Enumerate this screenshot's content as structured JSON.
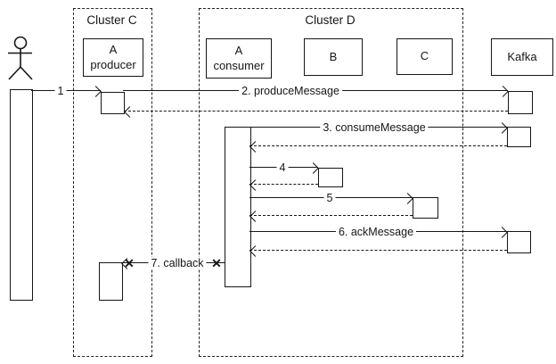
{
  "diagram_type": "uml-sequence-diagram",
  "clusters": {
    "cluster_c": {
      "label": "Cluster C"
    },
    "cluster_d": {
      "label": "Cluster D"
    }
  },
  "participants": {
    "producer": {
      "line1": "A",
      "line2": "producer"
    },
    "consumer": {
      "line1": "A",
      "line2": "consumer"
    },
    "service_b": {
      "label": "B"
    },
    "service_c": {
      "label": "C"
    },
    "kafka": {
      "label": "Kafka"
    }
  },
  "messages": {
    "m1": {
      "label": "1",
      "from": "actor",
      "to": "A producer",
      "style": "solid"
    },
    "m2": {
      "label": "2. produceMessage",
      "from": "A producer",
      "to": "Kafka",
      "style": "solid",
      "reply_shown": true
    },
    "m3": {
      "label": "3. consumeMessage",
      "from": "A consumer",
      "to": "Kafka",
      "style": "solid",
      "reply_shown": true
    },
    "m4": {
      "label": "4",
      "from": "A consumer",
      "to": "B",
      "style": "solid",
      "reply_shown": true
    },
    "m5": {
      "label": "5",
      "from": "A consumer",
      "to": "C",
      "style": "solid",
      "reply_shown": true
    },
    "m6": {
      "label": "6. ackMessage",
      "from": "A consumer",
      "to": "Kafka",
      "style": "solid",
      "reply_shown": true
    },
    "m7": {
      "label": "7. callback",
      "from": "A consumer",
      "to": "A producer",
      "style": "solid",
      "end_markers": "x"
    }
  },
  "icons": {
    "x_marker": "✕"
  },
  "colors": {
    "line": "#161616",
    "background": "#ffffff"
  }
}
